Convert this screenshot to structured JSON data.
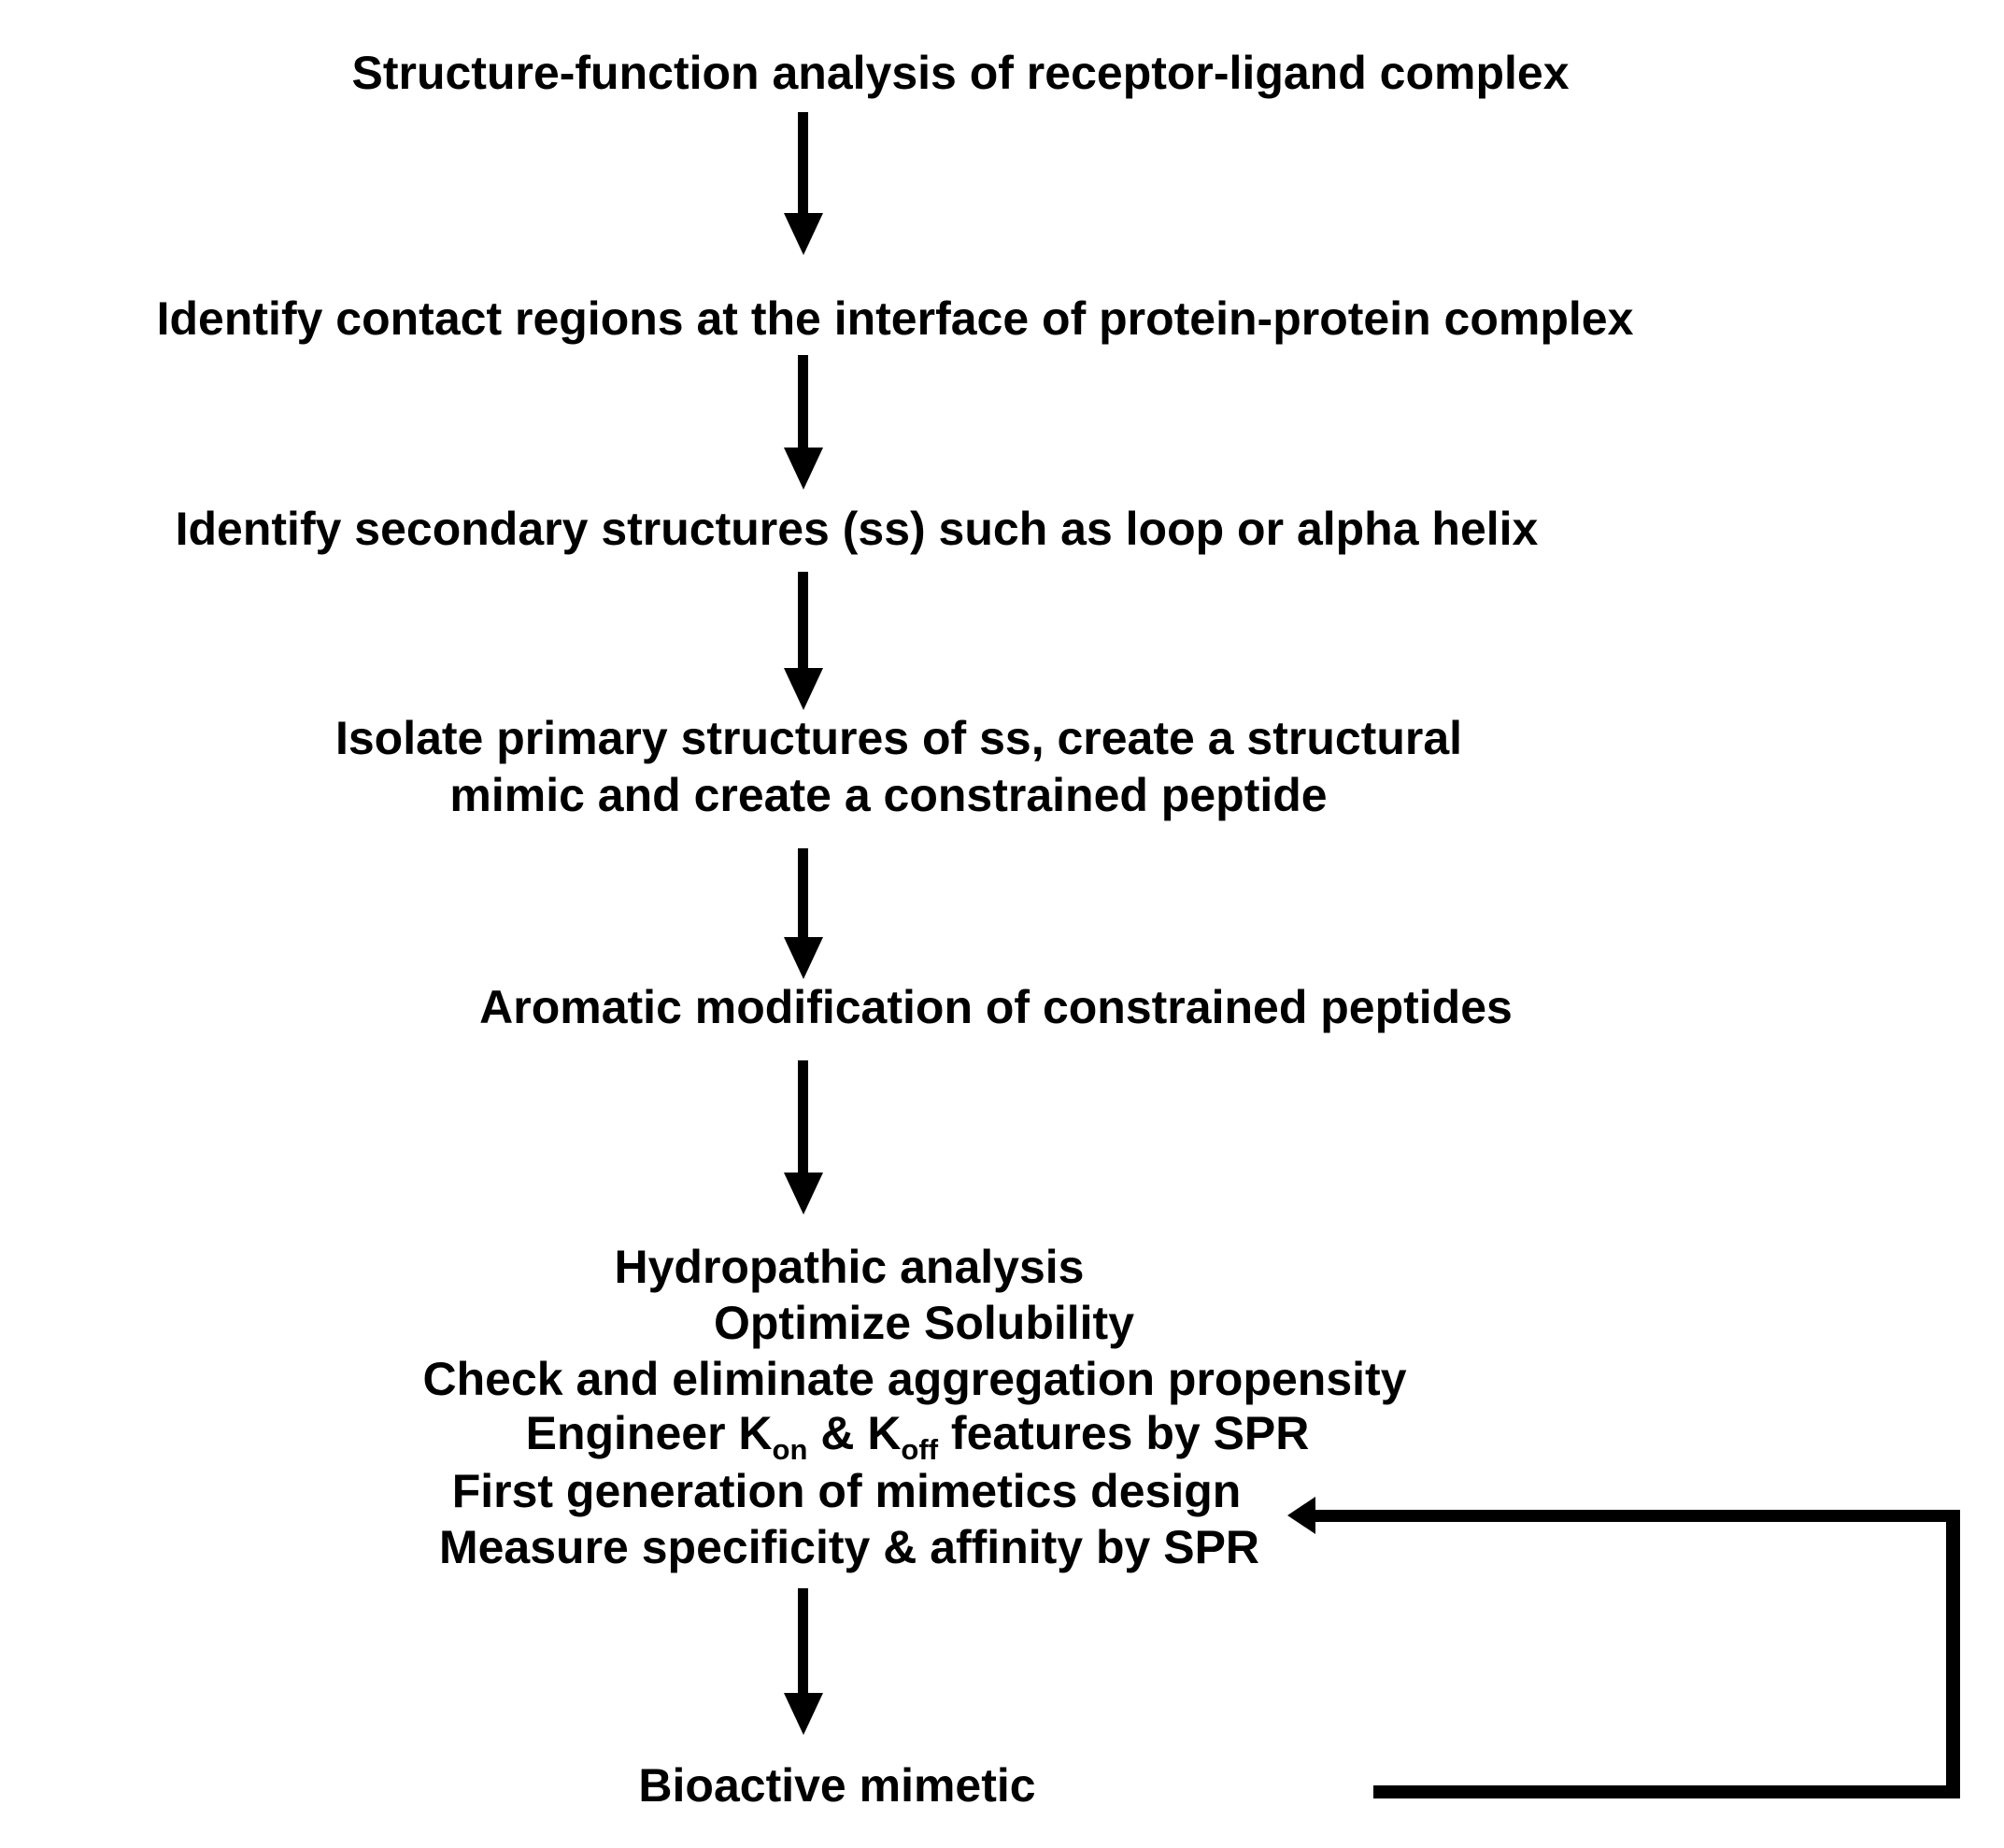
{
  "flow": {
    "colors": {
      "ink": "#000000",
      "background": "#ffffff"
    },
    "steps": [
      {
        "id": "step-1",
        "label": "Structure-function analysis of receptor-ligand complex"
      },
      {
        "id": "step-2",
        "label": "Identify contact regions at the interface of protein-protein complex"
      },
      {
        "id": "step-3",
        "label": "Identify secondary structures (ss) such as loop or alpha helix"
      },
      {
        "id": "step-4",
        "lines": [
          "Isolate primary structures of ss, create a structural",
          "mimic and create a constrained peptide"
        ]
      },
      {
        "id": "step-5",
        "label": "Aromatic modification of constrained peptides"
      },
      {
        "id": "step-6",
        "lines": [
          "Hydropathic analysis",
          "Optimize Solubility",
          "Check and eliminate aggregation propensity"
        ],
        "kinetics_line": {
          "prefix": "Engineer K",
          "sub_on": "on",
          "middle": " & K",
          "sub_off": "off",
          "suffix": " features by SPR"
        },
        "lines_tail": [
          "First generation of mimetics design",
          "Measure specificity & affinity by SPR"
        ]
      },
      {
        "id": "step-7",
        "label": "Bioactive mimetic"
      }
    ],
    "edges": [
      {
        "from": "step-1",
        "to": "step-2",
        "type": "down-arrow"
      },
      {
        "from": "step-2",
        "to": "step-3",
        "type": "down-arrow"
      },
      {
        "from": "step-3",
        "to": "step-4",
        "type": "down-arrow"
      },
      {
        "from": "step-4",
        "to": "step-5",
        "type": "down-arrow"
      },
      {
        "from": "step-5",
        "to": "step-6",
        "type": "down-arrow"
      },
      {
        "from": "step-6",
        "to": "step-7",
        "type": "down-arrow"
      },
      {
        "from": "step-7",
        "to": "First generation of mimetics design",
        "type": "feedback-loop"
      }
    ]
  }
}
